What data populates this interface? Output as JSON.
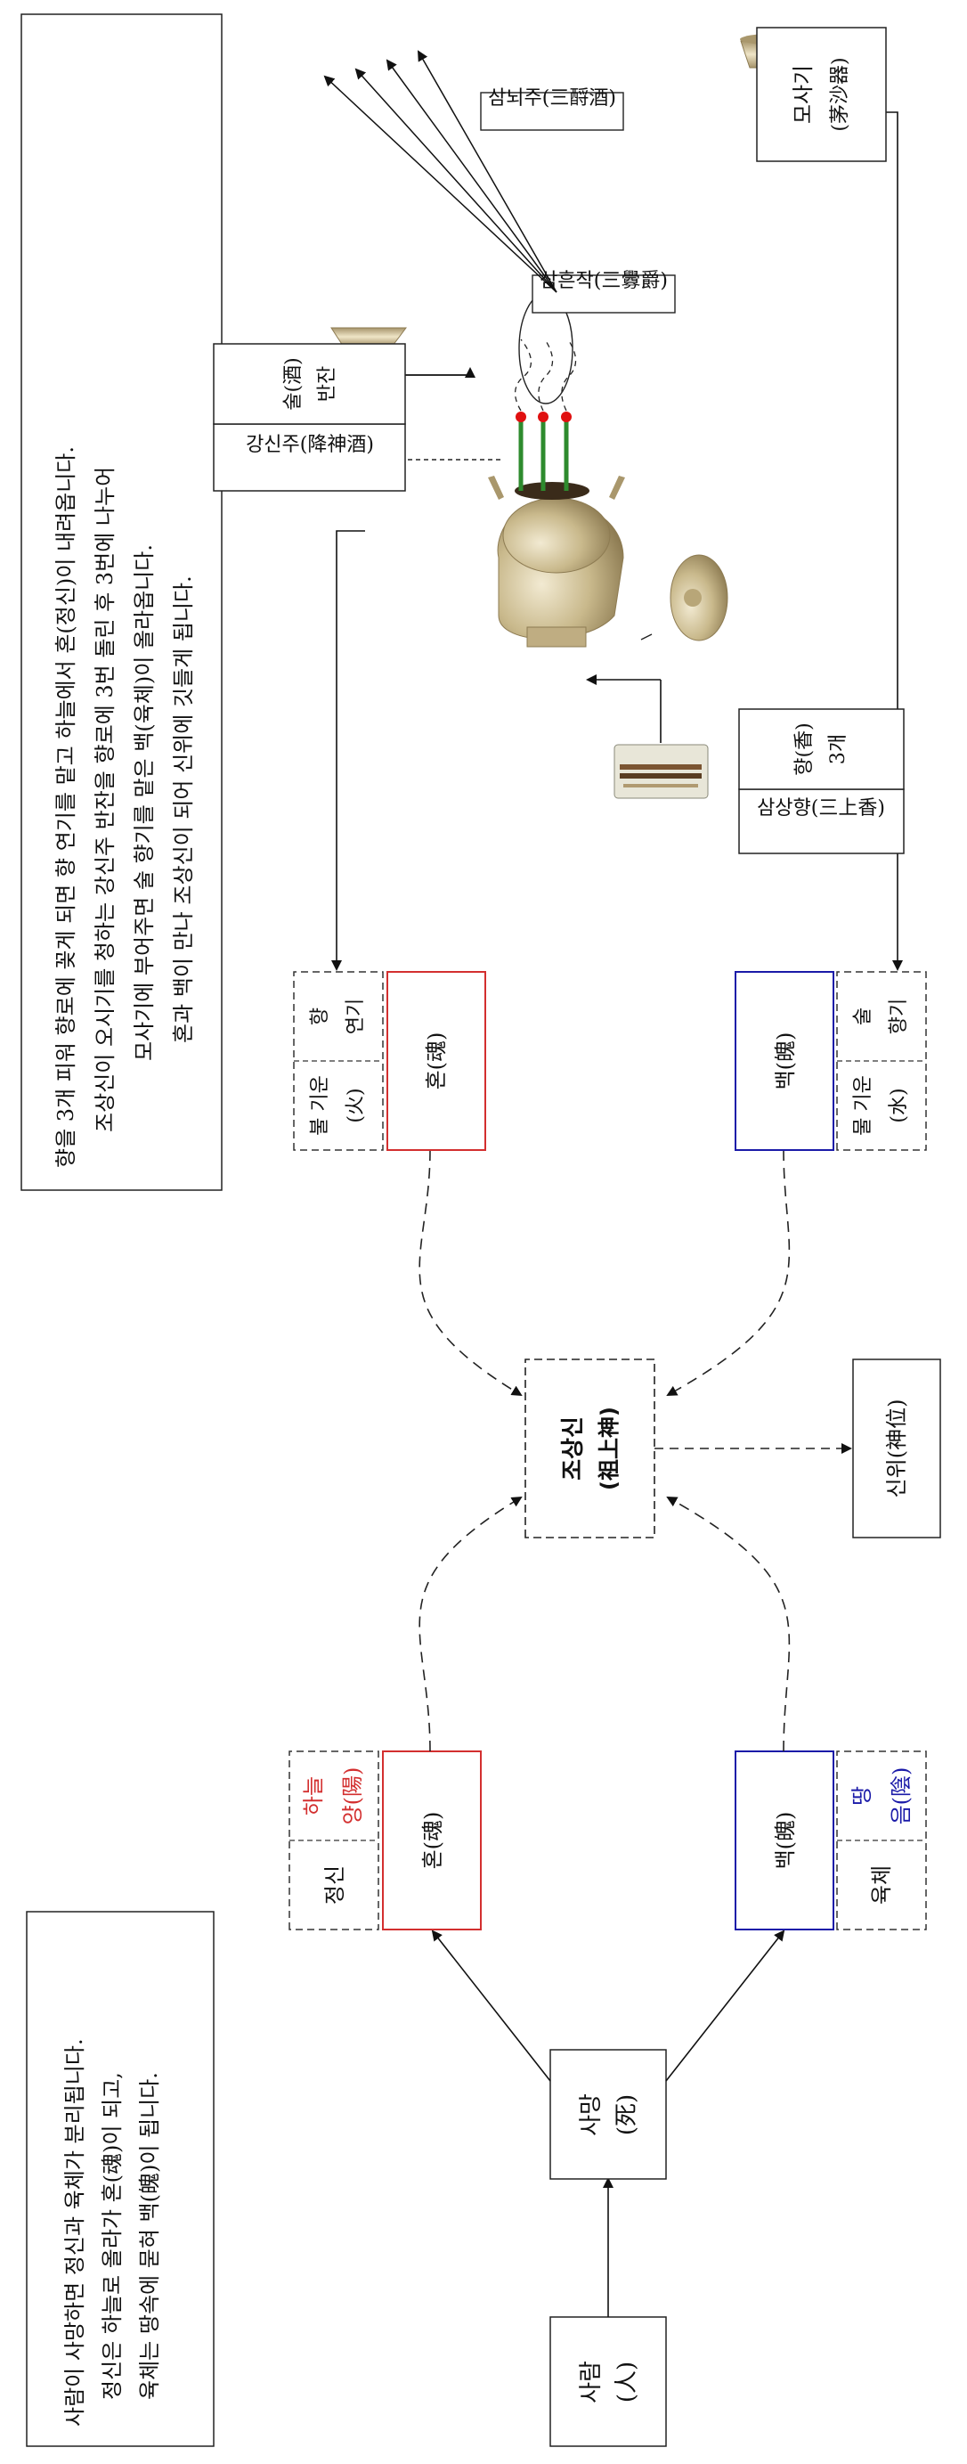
{
  "notes": {
    "left": {
      "line1": "사람이 사망하면 정신과 육체가 분리됩니다.",
      "line2": "정신은 하늘로 올라가 혼(魂)이 되고,",
      "line3": "육체는 땅속에 묻혀 백(魄)이 됩니다."
    },
    "right": {
      "line1": "향을 3개 피워 향로에 꽂게 되면 향 연기를 맡고 하늘에서 혼(정신)이 내려옵니다.",
      "line2": "조상신이 오시기를 청하는 강신주 반잔을 향로에 3번 돌린 후 3번에 나누어",
      "line3": "모사기에 부어주면 술 향기를 맡은 백(육체)이 올라옵니다.",
      "line4": "혼과 백이 만나 조상신이 되어 신위에 깃들게 됩니다."
    }
  },
  "boxes": {
    "person": {
      "line1": "사람",
      "line2": "(人)"
    },
    "death": {
      "line1": "사망",
      "line2": "(死)"
    },
    "hon_left": "혼(魂)",
    "baek_left": "백(魄)",
    "spirit": {
      "line1": "정신",
      "sky": "하늘",
      "yang": "양(陽)"
    },
    "body": {
      "line1": "육체",
      "earth": "땅",
      "eum": "음(陰)"
    },
    "ancestor": {
      "line1": "조상신",
      "line2": "(祖上神)"
    },
    "sinwi": "신위(神位)",
    "hon_right": "혼(魂)",
    "baek_right": "백(魄)",
    "fire": {
      "line1": "불 기운",
      "line2": "(火)",
      "line3": "향",
      "line4": "연기"
    },
    "water": {
      "line1": "물 기운",
      "line2": "(水)",
      "line3": "술",
      "line4": "향기"
    },
    "incense": {
      "title": "삼상향(三上香)",
      "line1": "향(香)",
      "line2": "3개"
    },
    "gangsin": {
      "title": "강신주(降神酒)",
      "line1": "술(酒)",
      "line2": "반잔"
    },
    "samheun": "삼흔작(三釁爵)",
    "samnoe": "삼뇌주(三酹酒)",
    "mosagi": {
      "line1": "모사기",
      "line2": "(茅沙器)"
    }
  },
  "colors": {
    "hon": "#d32f2f",
    "baek": "#1a1aa8",
    "incense_green": "#2e8b2e",
    "incense_tip": "#e01010"
  }
}
